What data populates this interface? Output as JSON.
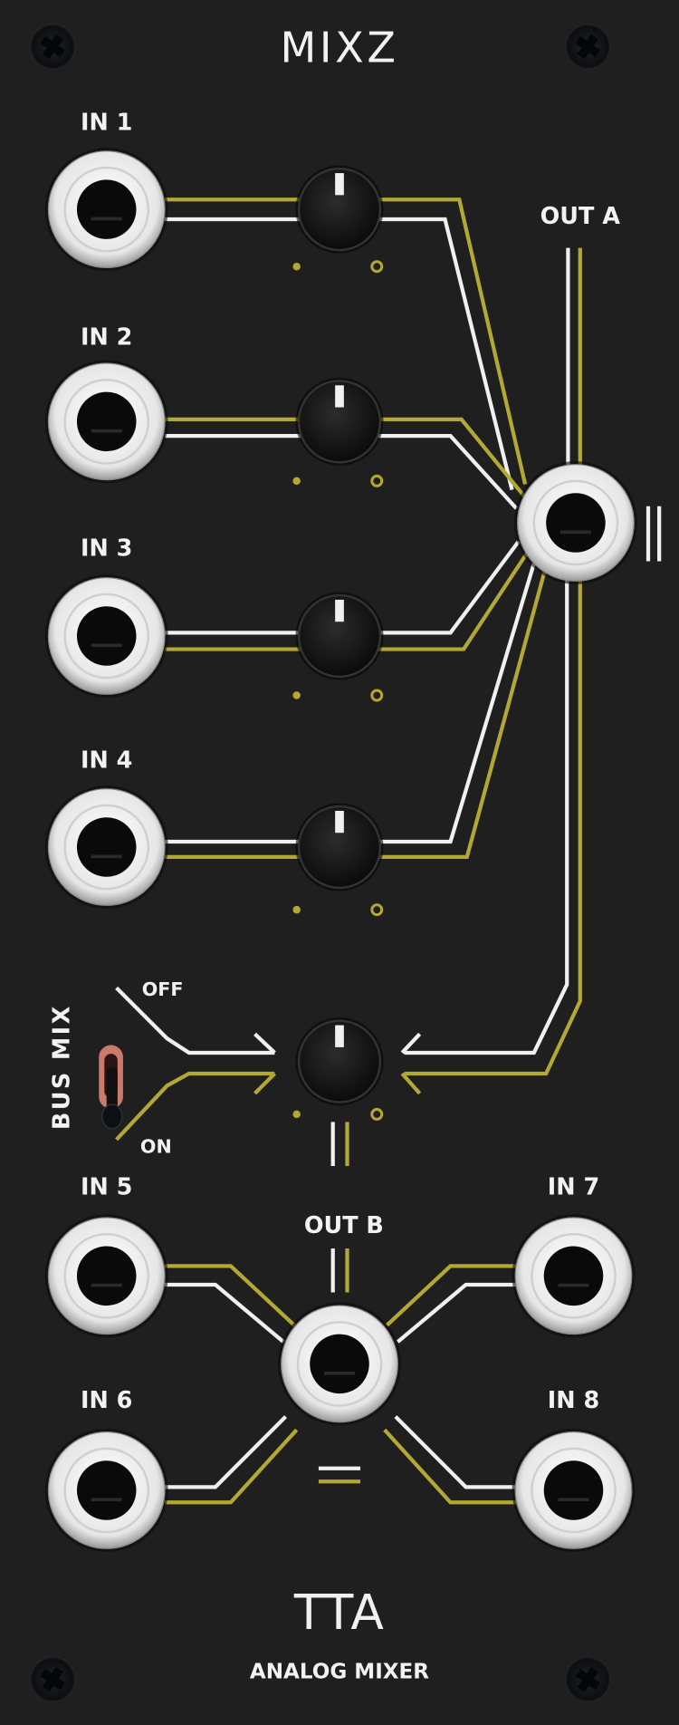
{
  "module": {
    "title": "MIXZ",
    "brand": "TTA",
    "subtitle": "ANALOG MIXER"
  },
  "inputs": [
    {
      "label": "IN 1"
    },
    {
      "label": "IN 2"
    },
    {
      "label": "IN 3"
    },
    {
      "label": "IN 4"
    },
    {
      "label": "IN 5"
    },
    {
      "label": "IN 6"
    },
    {
      "label": "IN 7"
    },
    {
      "label": "IN 8"
    }
  ],
  "outputs": {
    "a": "OUT A",
    "b": "OUT B"
  },
  "knobs": [
    {
      "name": "level-in-1",
      "position": 0.5
    },
    {
      "name": "level-in-2",
      "position": 0.5
    },
    {
      "name": "level-in-3",
      "position": 0.5
    },
    {
      "name": "level-in-4",
      "position": 0.5
    },
    {
      "name": "bus-mix-level",
      "position": 0.5
    }
  ],
  "bus_mix": {
    "label": "BUS MIX",
    "off": "OFF",
    "on": "ON",
    "state": "ON"
  },
  "colors": {
    "panel": "#1e1e1e",
    "line_white": "#f0f0f0",
    "line_yellow": "#b3a833",
    "toggle": "#c97a6a"
  }
}
